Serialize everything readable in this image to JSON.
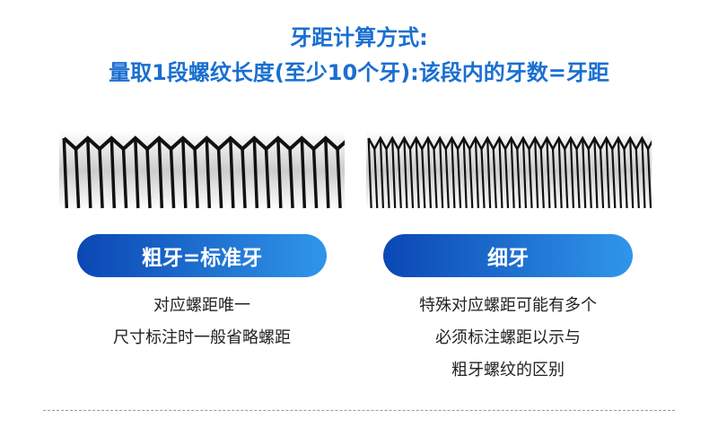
{
  "title": {
    "line1": "牙距计算方式:",
    "line2": "量取1段螺纹长度(至少10个牙):该段内的牙数=牙距"
  },
  "colors": {
    "title": "#1a6fd0",
    "pill_start": "#0b47b4",
    "pill_end": "#3096ea"
  },
  "left": {
    "image": "coarse-thread-photo",
    "label": "粗牙=标准牙",
    "lines": [
      "对应螺距唯一",
      "尺寸标注时一般省略螺距"
    ]
  },
  "right": {
    "image": "fine-thread-photo",
    "label": "细牙",
    "lines": [
      "特殊对应螺距可能有多个",
      "必须标注螺距以示与",
      "粗牙螺纹的区别"
    ]
  }
}
